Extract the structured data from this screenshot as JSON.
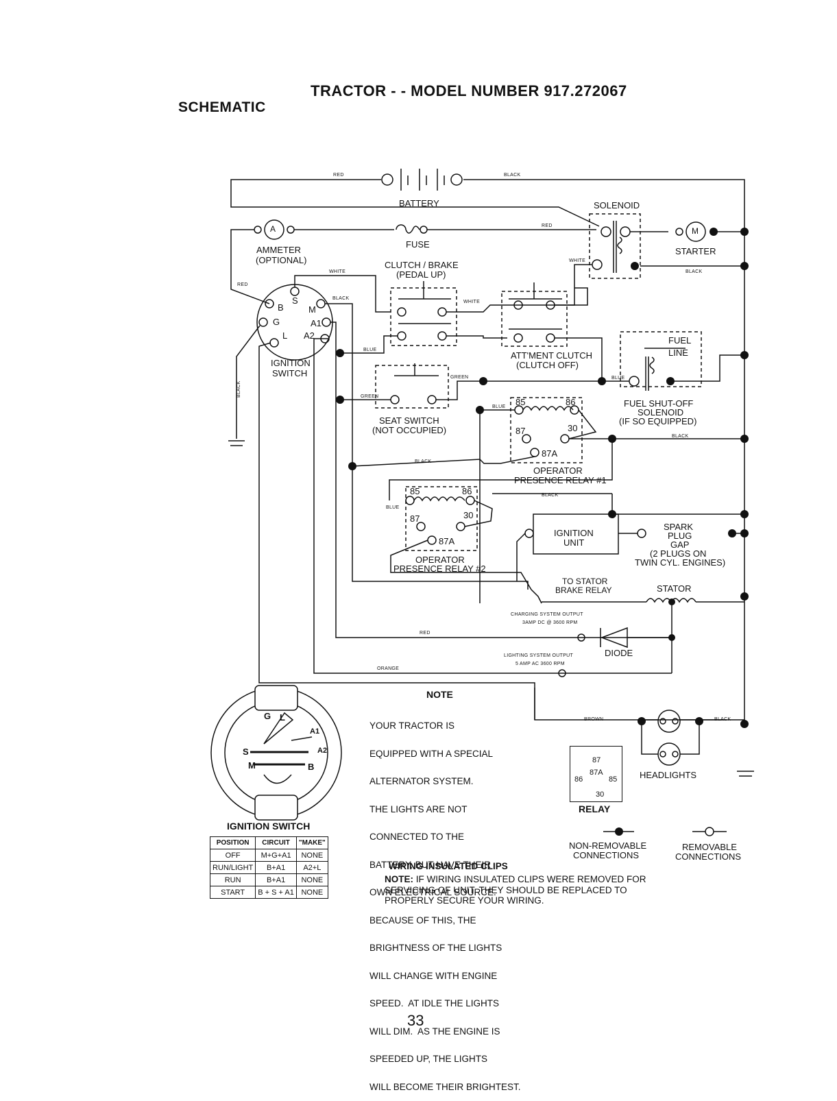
{
  "header": {
    "title": "TRACTOR - - MODEL NUMBER 917.272067",
    "section": "SCHEMATIC"
  },
  "labels": {
    "battery": "BATTERY",
    "solenoid": "SOLENOID",
    "ammeter": "AMMETER",
    "ammeter_opt": "(OPTIONAL)",
    "ammeter_symbol": "A",
    "fuse": "FUSE",
    "starter": "STARTER",
    "starter_symbol": "M",
    "clutch_brake": "CLUTCH / BRAKE",
    "clutch_brake_sub": "(PEDAL UP)",
    "attment_clutch": "ATT'MENT CLUTCH",
    "attment_clutch_sub": "(CLUTCH OFF)",
    "fuel": "FUEL",
    "fuel_line": "LINE",
    "fuel_shutoff": "FUEL SHUT-OFF",
    "fuel_shutoff_2": "SOLENOID",
    "fuel_shutoff_3": "(IF SO EQUIPPED)",
    "ignition_switch_1": "IGNITION",
    "ignition_switch_2": "SWITCH",
    "seat_switch": "SEAT SWITCH",
    "seat_switch_sub": "(NOT OCCUPIED)",
    "relay1_1": "OPERATOR",
    "relay1_2": "PRESENCE RELAY #1",
    "relay2_1": "OPERATOR",
    "relay2_2": "PRESENCE RELAY #2",
    "ignition_unit_1": "IGNITION",
    "ignition_unit_2": "UNIT",
    "spark_1": "SPARK",
    "spark_2": "PLUG",
    "spark_3": "GAP",
    "spark_4": "(2 PLUGS ON",
    "spark_5": "TWIN CYL. ENGINES)",
    "to_stator_1": "TO STATOR",
    "to_stator_2": "BRAKE RELAY",
    "stator": "STATOR",
    "charging_1": "CHARGING SYSTEM OUTPUT",
    "charging_2": "3AMP DC @ 3600 RPM",
    "lighting_1": "LIGHTING SYSTEM OUTPUT",
    "lighting_2": "5 AMP AC 3600 RPM",
    "diode": "DIODE",
    "headlights": "HEADLIGHTS",
    "relay": "RELAY",
    "non_removable_1": "NON-REMOVABLE",
    "non_removable_2": "CONNECTIONS",
    "removable_1": "REMOVABLE",
    "removable_2": "CONNECTIONS",
    "ignition_switch_title": "IGNITION SWITCH",
    "page_number": "33"
  },
  "wire_colors": {
    "red_1": "RED",
    "black_1": "BLACK",
    "red_2": "RED",
    "white_1": "WHITE",
    "white_2": "WHITE",
    "white_3": "WHITE",
    "red_3": "RED",
    "black_2": "BLACK",
    "black_3": "BLACK",
    "blue_1": "BLUE",
    "green_1": "GREEN",
    "green_2": "GREEN",
    "blue_2": "BLUE",
    "blue_3": "BLUE",
    "black_4": "BLACK",
    "black_5": "BLACK",
    "black_6": "BLACK",
    "blue_4": "BLUE",
    "red_4": "RED",
    "orange_1": "ORANGE",
    "brown_1": "BROWN",
    "black_7": "BLACK",
    "black_side": "BLACK"
  },
  "switch_terminals": {
    "s": "S",
    "b": "B",
    "m": "M",
    "g": "G",
    "a1": "A1",
    "l": "L",
    "a2": "A2"
  },
  "relay_pins": {
    "r1_85": "85",
    "r1_86": "86",
    "r1_87": "87",
    "r1_30": "30",
    "r1_87a": "87A",
    "r2_85": "85",
    "r2_86": "86",
    "r2_87": "87",
    "r2_30": "30",
    "r2_87a": "87A",
    "legend_87": "87",
    "legend_87a": "87A",
    "legend_86": "86",
    "legend_85": "85",
    "legend_30": "30"
  },
  "switch_face": {
    "g": "G",
    "l": "L",
    "a1": "A1",
    "a2": "A2",
    "s": "S",
    "b": "B",
    "m": "M"
  },
  "ignition_table": {
    "headers": [
      "POSITION",
      "CIRCUIT",
      "\"MAKE\""
    ],
    "rows": [
      [
        "OFF",
        "M+G+A1",
        "NONE"
      ],
      [
        "RUN/LIGHT",
        "B+A1",
        "A2+L"
      ],
      [
        "RUN",
        "B+A1",
        "NONE"
      ],
      [
        "START",
        "B + S + A1",
        "NONE"
      ]
    ]
  },
  "note": {
    "title": "NOTE",
    "lines": [
      "YOUR TRACTOR IS",
      "EQUIPPED WITH A SPECIAL",
      "ALTERNATOR SYSTEM.",
      "THE LIGHTS ARE NOT",
      "CONNECTED TO THE",
      "BATTERY, BUT HAVE THEIR",
      "OWN ELECTRICAL SOURCE.",
      "BECAUSE OF THIS, THE",
      "BRIGHTNESS OF THE LIGHTS",
      "WILL CHANGE WITH ENGINE",
      "SPEED.  AT IDLE THE LIGHTS",
      "WILL DIM.  AS THE ENGINE IS",
      "SPEEDED UP, THE LIGHTS",
      "WILL BECOME THEIR BRIGHTEST."
    ]
  },
  "wiring_note": {
    "title": "WIRING INSULATED CLIPS",
    "prefix": "NOTE:",
    "line1": " IF WIRING INSULATED CLIPS WERE REMOVED FOR",
    "line2": "SERVICING OF UNIT, THEY SHOULD BE REPLACED TO",
    "line3": "PROPERLY SECURE YOUR WIRING."
  }
}
